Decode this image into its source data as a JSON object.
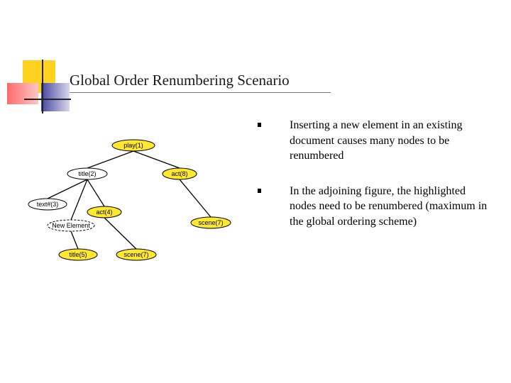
{
  "slide": {
    "title": "Global Order Renumbering Scenario"
  },
  "bullets": [
    {
      "text": "Inserting a new element in an existing document causes many nodes to be renumbered",
      "marker": "square"
    },
    {
      "text": "In the adjoining figure, the highlighted nodes need to be renumbered (maximum in the global ordering scheme)",
      "marker": "square"
    }
  ],
  "colors": {
    "highlight_fill": "#ffe82e",
    "deco_yellow": "#ffd21f",
    "deco_red": "#ff6767",
    "deco_blue": "#4a4aa8"
  },
  "tree": {
    "nodes": [
      {
        "id": "play",
        "label": "play(1)",
        "highlighted": true
      },
      {
        "id": "title2",
        "label": "title(2)",
        "highlighted": false
      },
      {
        "id": "act8",
        "label": "act(8)",
        "highlighted": true
      },
      {
        "id": "text3",
        "label": "text#(3)",
        "highlighted": false
      },
      {
        "id": "act4",
        "label": "act(4)",
        "highlighted": true
      },
      {
        "id": "scene7b",
        "label": "scene(7)",
        "highlighted": true
      },
      {
        "id": "newel",
        "label": "New Element",
        "highlighted": false,
        "dashed": true
      },
      {
        "id": "title5",
        "label": "title(5)",
        "highlighted": true
      },
      {
        "id": "scene7a",
        "label": "scene(7)",
        "highlighted": true
      }
    ],
    "edges": [
      [
        "play",
        "title2"
      ],
      [
        "play",
        "act8"
      ],
      [
        "title2",
        "text3"
      ],
      [
        "title2",
        "act4"
      ],
      [
        "title2",
        "newel"
      ],
      [
        "act8",
        "scene7b"
      ],
      [
        "newel",
        "title5"
      ],
      [
        "act4",
        "scene7a"
      ]
    ]
  }
}
